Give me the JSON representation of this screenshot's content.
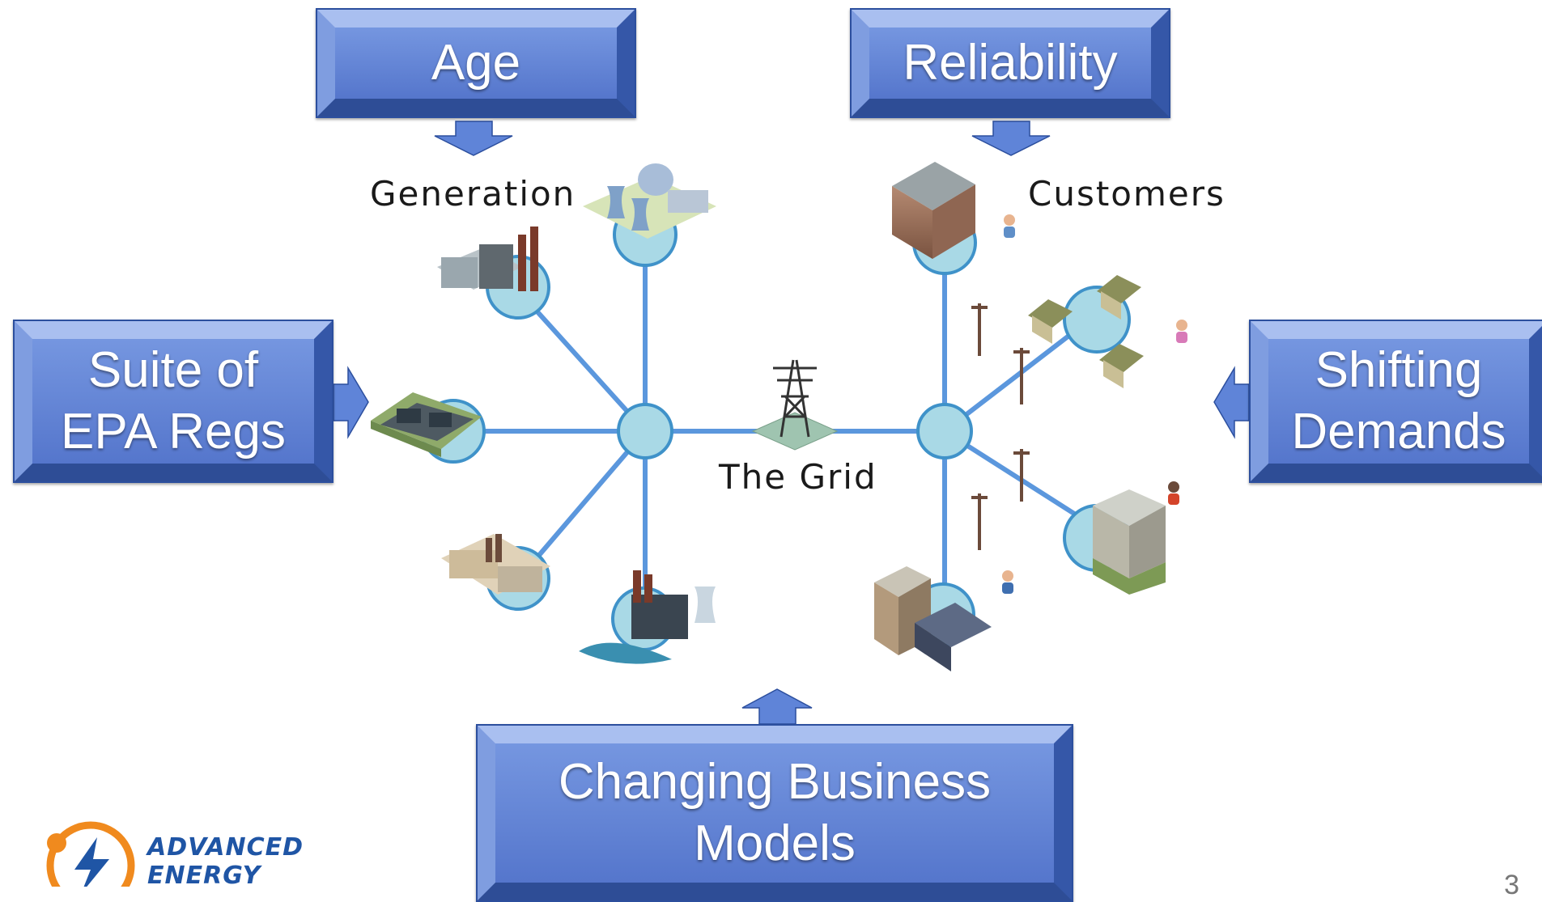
{
  "boxes": {
    "age": "Age",
    "reliability": "Reliability",
    "epa_line1": "Suite of",
    "epa_line2": "EPA Regs",
    "shifting_line1": "Shifting",
    "shifting_line2": "Demands",
    "business_line1": "Changing Business",
    "business_line2": "Models"
  },
  "labels": {
    "generation": "Generation",
    "customers": "Customers",
    "grid": "The Grid"
  },
  "logo": {
    "line1": "ADVANCED",
    "line2": "ENERGY"
  },
  "page_number": "3",
  "colors": {
    "box_blue": "#5576cc",
    "line_blue": "#5b97dd",
    "hub_fill": "#a9d9e6",
    "logo_orange": "#f08a1e",
    "logo_blue": "#1f55a5"
  }
}
